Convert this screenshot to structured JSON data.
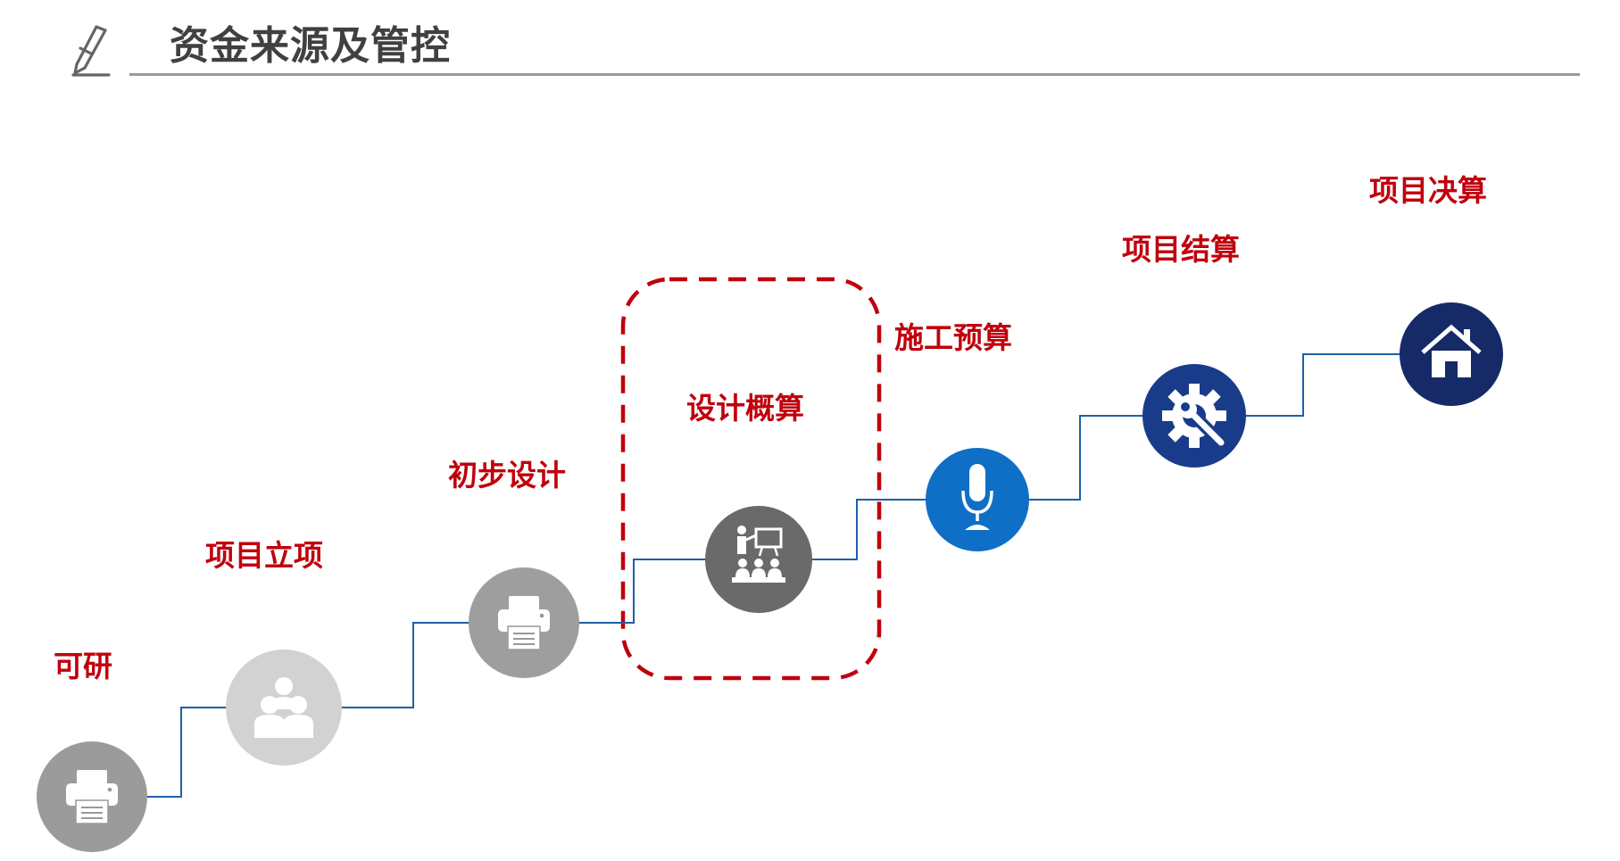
{
  "title": "资金来源及管控",
  "stages": [
    {
      "label": "可研",
      "icon": "printer-icon",
      "color": "#9b9b9b"
    },
    {
      "label": "项目立项",
      "icon": "users-icon",
      "color": "#d2d2d2"
    },
    {
      "label": "初步设计",
      "icon": "printer-icon",
      "color": "#9e9e9e"
    },
    {
      "label": "设计概算",
      "icon": "presentation-icon",
      "color": "#6a6a6a",
      "highlighted": true
    },
    {
      "label": "施工预算",
      "icon": "microphone-icon",
      "color": "#0f6fc6"
    },
    {
      "label": "项目结算",
      "icon": "gear-wrench-icon",
      "color": "#193c8a"
    },
    {
      "label": "项目决算",
      "icon": "house-icon",
      "color": "#152a66"
    }
  ],
  "colors": {
    "label": "#c0000c",
    "connector": "#1f5fa8",
    "highlight_border": "#c0000c"
  }
}
